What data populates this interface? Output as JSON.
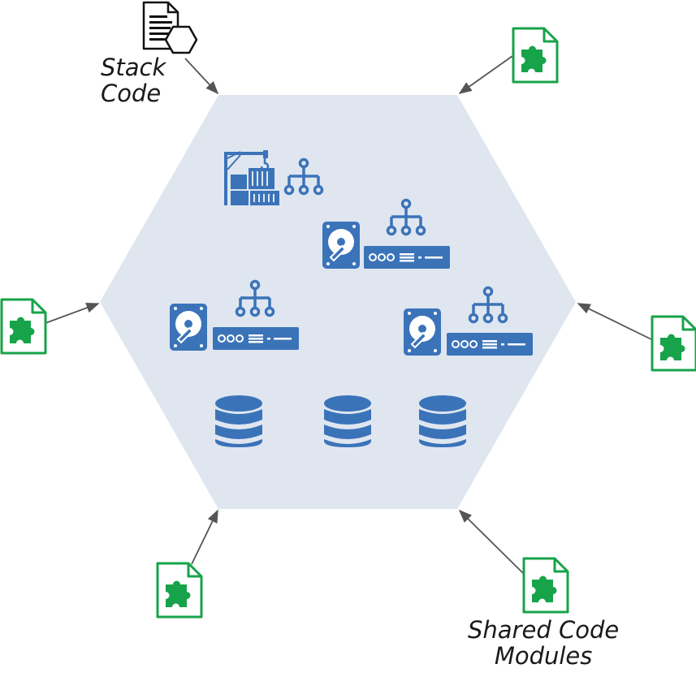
{
  "labels": {
    "stack_code": [
      "Stack",
      "Code"
    ],
    "shared_modules": [
      "Shared Code",
      "Modules"
    ]
  },
  "colors": {
    "hexagon_fill": "#dfe6f0",
    "resource_blue": "#3b73b9",
    "module_green": "#17a34a",
    "arrow": "#555555",
    "stack_doc": "#111111"
  },
  "icons": {
    "stack_code": "stack-code-document-icon",
    "module": "puzzle-document-icon",
    "container": "container-crane-icon",
    "disk": "hard-drive-icon",
    "server": "server-icon",
    "network": "network-tree-icon",
    "database": "database-icon"
  }
}
